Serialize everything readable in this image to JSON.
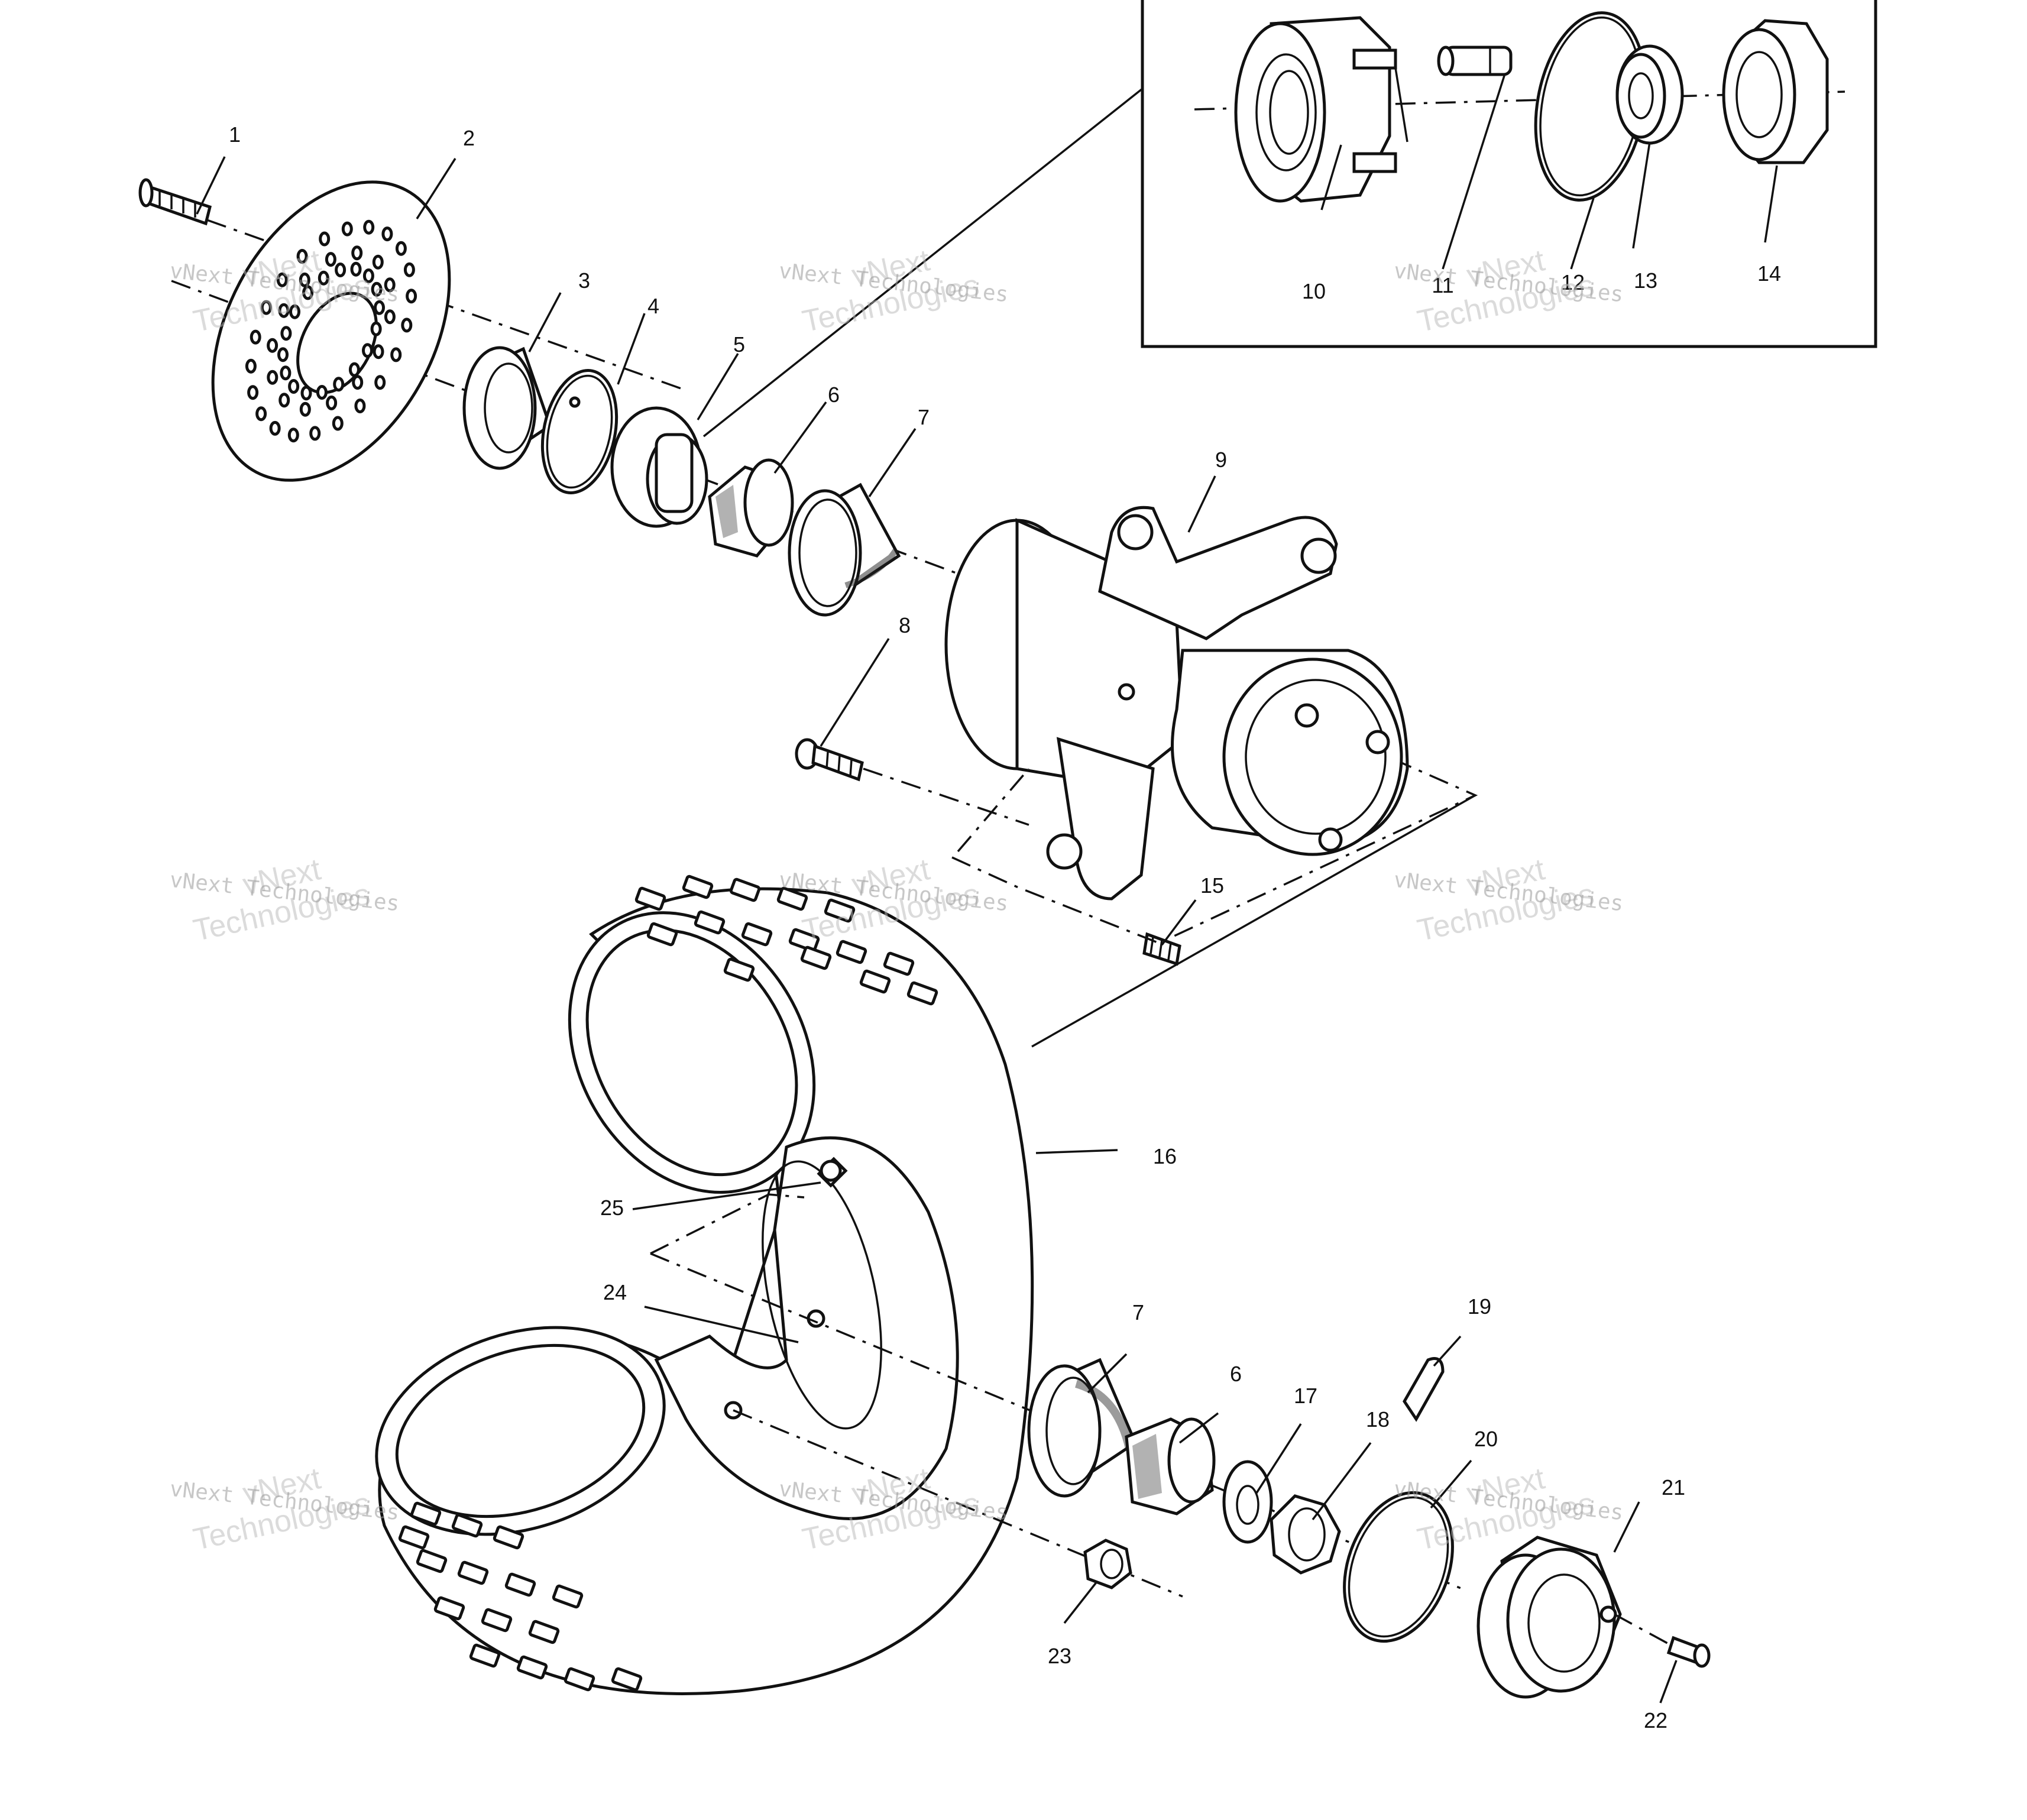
{
  "diagram": {
    "watermark": {
      "line1": "vNext",
      "line2": "Technologies",
      "small": "vNext Technologies"
    },
    "callouts": [
      {
        "id": "1",
        "text": "1"
      },
      {
        "id": "2",
        "text": "2"
      },
      {
        "id": "3",
        "text": "3"
      },
      {
        "id": "4",
        "text": "4"
      },
      {
        "id": "5",
        "text": "5"
      },
      {
        "id": "6a",
        "text": "6"
      },
      {
        "id": "7a",
        "text": "7"
      },
      {
        "id": "8",
        "text": "8"
      },
      {
        "id": "9",
        "text": "9"
      },
      {
        "id": "10",
        "text": "10"
      },
      {
        "id": "11",
        "text": "11"
      },
      {
        "id": "12",
        "text": "12"
      },
      {
        "id": "13",
        "text": "13"
      },
      {
        "id": "14",
        "text": "14"
      },
      {
        "id": "15",
        "text": "15"
      },
      {
        "id": "16",
        "text": "16"
      },
      {
        "id": "17",
        "text": "17"
      },
      {
        "id": "18",
        "text": "18"
      },
      {
        "id": "19",
        "text": "19"
      },
      {
        "id": "20",
        "text": "20"
      },
      {
        "id": "21",
        "text": "21"
      },
      {
        "id": "22",
        "text": "22"
      },
      {
        "id": "23",
        "text": "23"
      },
      {
        "id": "24",
        "text": "24"
      },
      {
        "id": "25",
        "text": "25"
      },
      {
        "id": "6b",
        "text": "6"
      },
      {
        "id": "7b",
        "text": "7"
      }
    ]
  }
}
